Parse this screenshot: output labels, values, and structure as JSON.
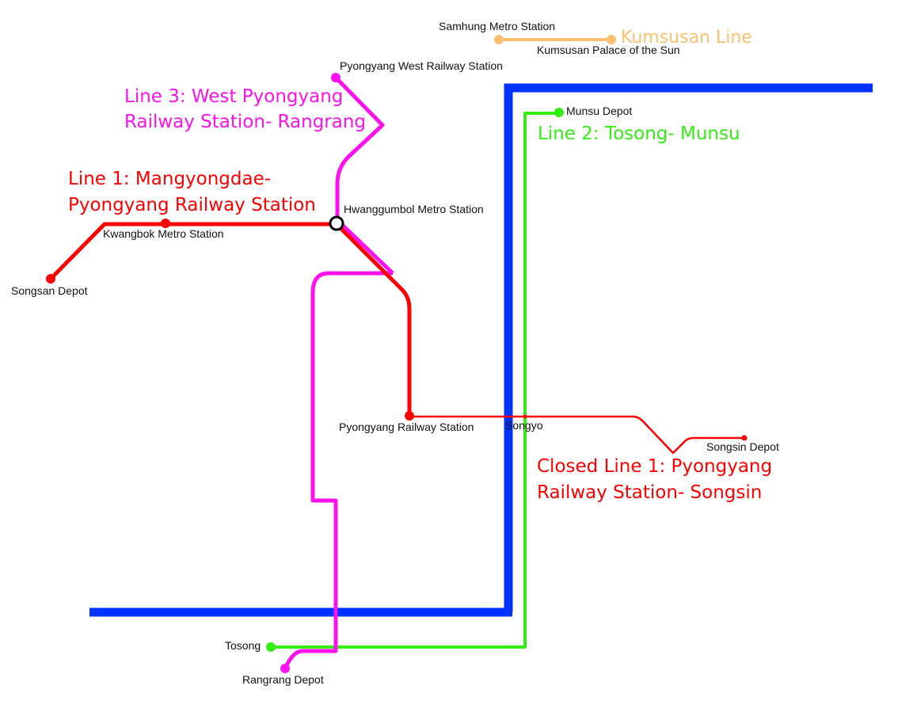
{
  "colors": {
    "line1": "#ff0000",
    "line2": "#33ee11",
    "line3": "#ff11ee",
    "kumsusan": "#ffc070",
    "boundary": "#0033ff",
    "interchange_fill": "#ffffff",
    "interchange_stroke": "#000000"
  },
  "titles": {
    "kumsusan": "Kumsusan Line",
    "line3": [
      "Line 3: West Pyongyang",
      "Railway Station- Rangrang"
    ],
    "line2": "Line 2: Tosong- Munsu",
    "line1": [
      "Line 1: Mangyongdae-",
      "Pyongyang Railway Station"
    ],
    "closed_line1": [
      "Closed Line 1: Pyongyang",
      "Railway Station- Songsin"
    ]
  },
  "stations": {
    "samhung": "Samhung Metro Station",
    "kumsusan_palace": "Kumsusan Palace of the Sun",
    "pyongyang_west": "Pyongyang West Railway Station",
    "munsu": "Munsu Depot",
    "hwanggumbol": "Hwanggumbol Metro Station",
    "kwangbok": "Kwangbok Metro Station",
    "songsan": "Songsan Depot",
    "pyongyang_railway": "Pyongyang Railway Station",
    "songyo": "Songyo",
    "songsin": "Songsin Depot",
    "tosong": "Tosong",
    "rangrang": "Rangrang Depot"
  }
}
